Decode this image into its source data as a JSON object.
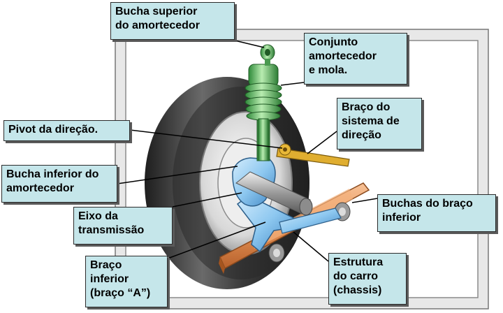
{
  "labels": {
    "bucha_superior": [
      "Bucha superior",
      "do amortecedor"
    ],
    "conjunto": [
      "Conjunto",
      "amortecedor",
      "e mola."
    ],
    "pivot": [
      "Pivot da direção."
    ],
    "braco_sistema": [
      "Braço do",
      "sistema de",
      "direção"
    ],
    "bucha_inferior": [
      "Bucha inferior do",
      "amortecedor"
    ],
    "eixo": [
      "Eixo da",
      "transmissão"
    ],
    "buchas_braco": [
      "Buchas do braço",
      "inferior"
    ],
    "braco_inferior": [
      "Braço",
      "inferior",
      "(braço “A”)"
    ],
    "estrutura": [
      "Estrutura",
      "do carro",
      "(chassis)"
    ]
  },
  "colors": {
    "callout_fill": "#c5e6ea",
    "spring_green": "#6cc46c",
    "a_arm_blue": "#8ec8f0",
    "chassis_orange": "#e8965a",
    "steering_arm_gold": "#d4a020",
    "tire": "#3a3a3a"
  }
}
